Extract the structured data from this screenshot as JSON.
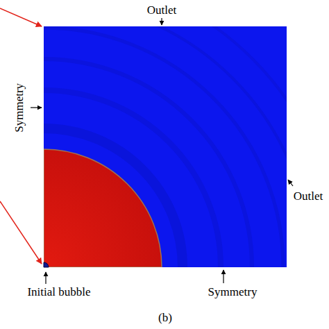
{
  "diagram": {
    "caption": "(b)",
    "labels": [
      "Outlet",
      "Symmetry",
      "Outlet",
      "Initial bubble",
      "Symmetry"
    ]
  }
}
